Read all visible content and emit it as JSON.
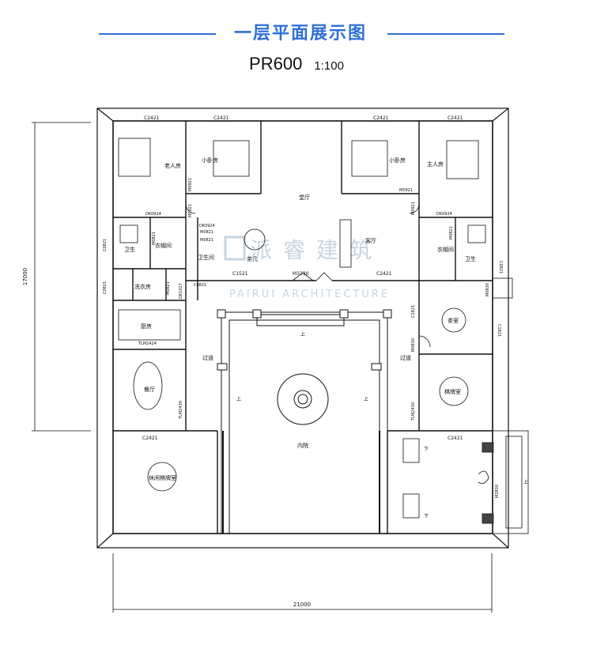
{
  "header": {
    "title": "一层平面展示图",
    "model_code": "PR600",
    "scale": "1:100",
    "accent_color": "#2f6fd6"
  },
  "watermark": {
    "logo_text": "派睿建筑",
    "sub_text": "PAIRUI ARCHITECTURE"
  },
  "dimensions": {
    "overall_width": "21000",
    "overall_depth": "17000"
  },
  "rooms": {
    "elder_bedroom": "老人房",
    "small_bedroom_left": "小卧房",
    "small_bedroom_right": "小卧房",
    "master_bedroom": "主人房",
    "hall": "堂厅",
    "living_room": "客厅",
    "tea_area": "茶几",
    "bathroom_left": "卫生",
    "cloakroom_left": "衣帽间",
    "toilet_small": "卫生间",
    "laundry": "洗衣房",
    "kitchen": "厨房",
    "dining": "餐厅",
    "corridor_left": "过道",
    "corridor_right": "过道",
    "courtyard": "内院",
    "leisure_room": "休闲棋牌室",
    "reading_room": "茶室",
    "family_room": "棋牌室",
    "bathroom_right": "卫生",
    "cloakroom_right": "衣帽间"
  },
  "labels": {
    "c2421_1": "C2421",
    "c2421_2": "C2421",
    "c2421_3": "C2421",
    "c2421_4": "C2421",
    "c2421_5": "C2421",
    "c2421_6": "C2421",
    "c2421_7": "C2421",
    "c0821_1": "C0821",
    "c0821_2": "C0821",
    "c0821_3": "C0821",
    "c0821_4": "C0821",
    "c1821_1": "C1821",
    "c1821_2": "C1821",
    "c1521": "C1521",
    "m3230": "M3230",
    "m0921_1": "M0921",
    "m0921_2": "M0921",
    "m0921_3": "M0921",
    "m0921_4": "M0921",
    "m0821_1": "M0821",
    "m0821_2": "M0821",
    "m0821_3": "M0821",
    "m0821_4": "M0821",
    "m0830": "M0830",
    "m2830": "M2830",
    "dk0924_1": "DK0924",
    "dk0924_2": "DK0924",
    "dk0924_3": "DK0924",
    "dk1027": "DK1027",
    "tlm2424": "TLM2424",
    "tlm2430_1": "TLM2430",
    "tlm2430_2": "TLM2430",
    "m0830_right": "M0830",
    "m0821_5": "M0821"
  },
  "stair_marks": {
    "up_1": "上",
    "up_2": "上",
    "up_3": "上",
    "up_4": "上",
    "down_1": "下",
    "down_2": "下"
  }
}
